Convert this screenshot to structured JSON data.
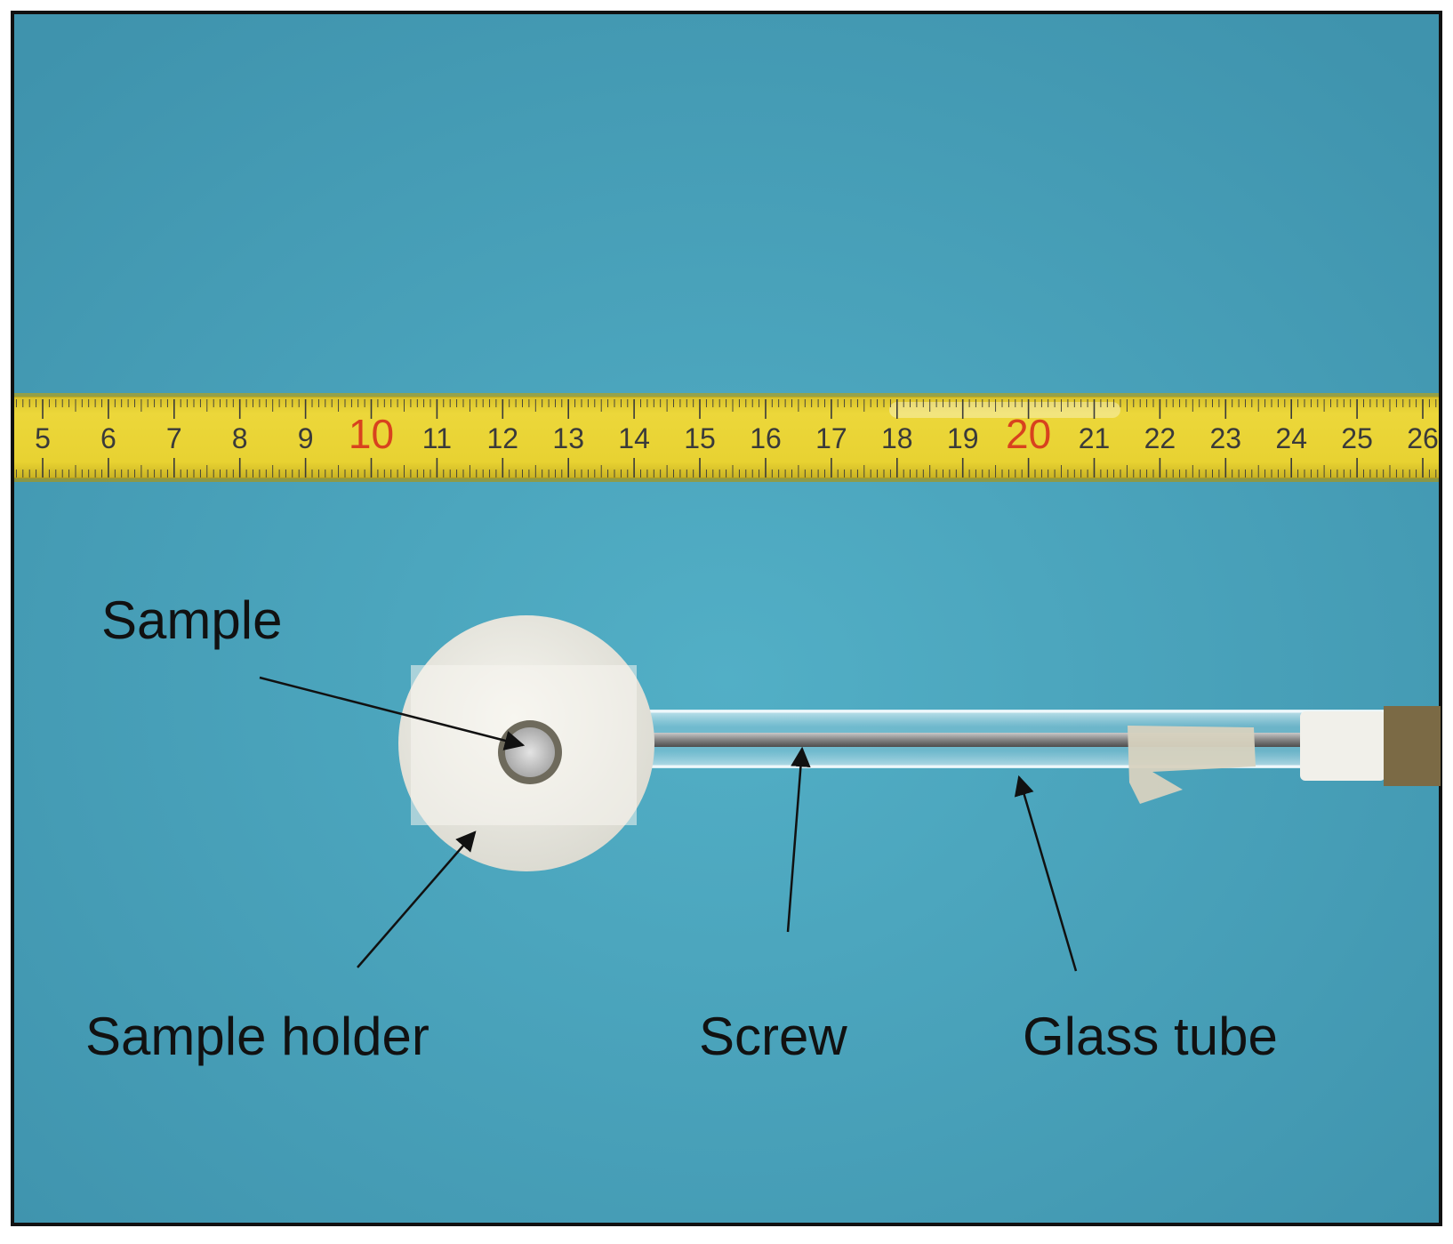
{
  "colors": {
    "background": "#4aa3bb",
    "tape": "#e6cf2e",
    "tape_text": "#3a3a3a",
    "tape_red": "#d8421e",
    "holder": "#ecebe3",
    "label_text": "#111111",
    "frame": "#111111"
  },
  "ruler": {
    "marks": [
      "5",
      "6",
      "7",
      "8",
      "9",
      "10",
      "11",
      "12",
      "13",
      "14",
      "15",
      "16",
      "17",
      "18",
      "19",
      "20",
      "21",
      "22",
      "23",
      "24",
      "25",
      "26"
    ]
  },
  "labels": {
    "sample": "Sample",
    "sample_holder": "Sample holder",
    "screw": "Screw",
    "glass_tube": "Glass tube"
  }
}
